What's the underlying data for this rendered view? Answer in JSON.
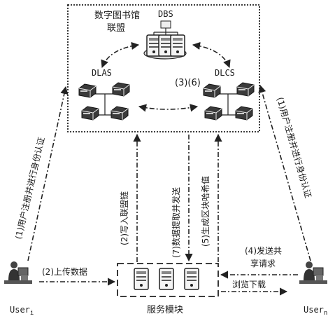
{
  "consortium": {
    "line1": "数字图书馆",
    "line2": "联盟"
  },
  "nodes": {
    "dbs": "DBS",
    "dlas": "DLAS",
    "dlcs": "DLCS",
    "service": "服务模块",
    "user_left": {
      "base": "User",
      "sub": "i"
    },
    "user_right": {
      "base": "User",
      "sub": "n"
    }
  },
  "steps": {
    "register_left": "(1)用户注册并进行身份认证",
    "register_right": "(1)用户注册并进行身份认证",
    "upload": "(2)上传数据",
    "write_chain": "(2)写入联盟链",
    "extract_send": "(7)数据提取并发送",
    "generate_hash": "(5)生成区块哈希值",
    "dlcs_steps": "(3)(6)",
    "send_share_line1": "(4)发送共",
    "send_share_line2": "享请求",
    "browse_download": "浏览下载"
  },
  "icons": [
    "database-server-icon",
    "server-cluster-icon",
    "server-rack-icon",
    "user-at-computer-icon"
  ]
}
